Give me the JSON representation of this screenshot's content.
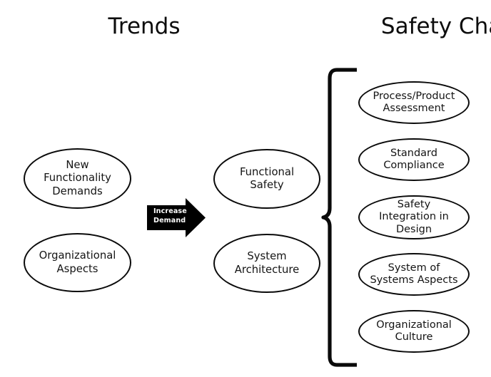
{
  "diagram": {
    "title_left": "Trends",
    "title_right": "Safety Challenges",
    "connector": {
      "label": "Increase\nDemand",
      "fill": "#000000",
      "text_color": "#ffffff"
    },
    "brace": {
      "name": "left-curly-brace",
      "color": "#0a0a0a"
    },
    "colors": {
      "outline": "#0a0a0a",
      "text": "#141414",
      "background": "#ffffff"
    },
    "trends": [
      {
        "id": "new-functionality-demands",
        "label": "New\nFunctionality\nDemands"
      },
      {
        "id": "organizational-aspects",
        "label": "Organizational\nAspects"
      }
    ],
    "middle": [
      {
        "id": "functional-safety",
        "label": "Functional\nSafety"
      },
      {
        "id": "system-architecture",
        "label": "System\nArchitecture"
      }
    ],
    "safety_challenges": [
      {
        "id": "process-product-assessment",
        "label": "Process/Product\nAssessment"
      },
      {
        "id": "standard-compliance",
        "label": "Standard\nCompliance"
      },
      {
        "id": "safety-integration-in-design",
        "label": "Safety\nIntegration in\nDesign"
      },
      {
        "id": "system-of-systems-aspects",
        "label": "System of\nSystems Aspects"
      },
      {
        "id": "organizational-culture",
        "label": "Organizational\nCulture"
      }
    ]
  }
}
